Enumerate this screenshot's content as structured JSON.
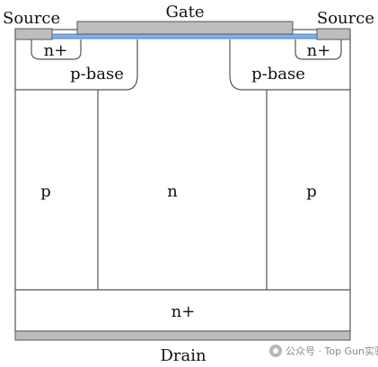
{
  "diagram": {
    "labels": {
      "gate": "Gate",
      "source_left": "Source",
      "source_right": "Source",
      "n_plus_left": "n+",
      "n_plus_right": "n+",
      "p_base_left": "p-base",
      "p_base_right": "p-base",
      "p_left": "p",
      "n_center": "n",
      "p_right": "p",
      "n_plus_substrate": "n+",
      "drain": "Drain"
    },
    "colors": {
      "metal": "#bdbdbd",
      "oxide": "#7fb0e6",
      "outline": "#555555",
      "background": "#ffffff"
    }
  },
  "watermark": {
    "text": "公众号 · Top Gun实验室",
    "icon": "wechat-logo-icon"
  }
}
